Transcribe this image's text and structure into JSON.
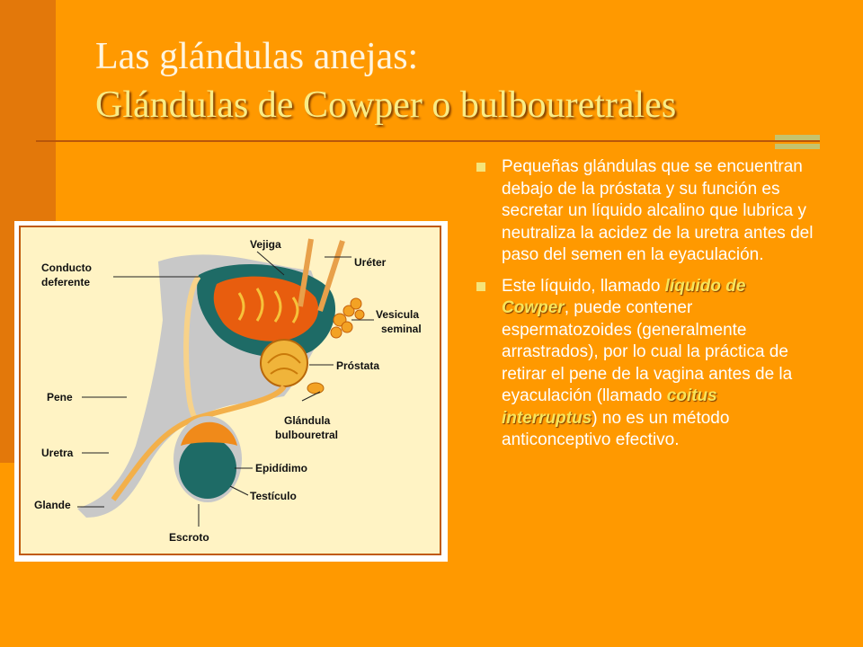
{
  "slide": {
    "title_line1": "Las glándulas anejas:",
    "title_line2": "Glándulas de Cowper o bulbouretrales"
  },
  "figure": {
    "labels": {
      "vejiga": "Vejiga",
      "ureter": "Uréter",
      "conducto1": "Conducto",
      "conducto2": "deferente",
      "vesicula1": "Vesicula",
      "vesicula2": "seminal",
      "prostata": "Próstata",
      "pene": "Pene",
      "glandula1": "Glándula",
      "glandula2": "bulbouretral",
      "uretra": "Uretra",
      "epididimo": "Epidídimo",
      "glande": "Glande",
      "testiculo": "Testículo",
      "escroto": "Escroto"
    }
  },
  "bullets": {
    "b1": "Pequeñas glándulas que se encuentran debajo de la próstata y su función es secretar un líquido alcalino que lubrica y neutraliza la acidez de la uretra antes del paso del semen en la eyaculación.",
    "b2_pre": "Este líquido, llamado ",
    "b2_hl1": "líquido de Cowper",
    "b2_mid": ", puede contener espermatozoides (generalmente arrastrados), por lo cual la práctica de retirar el pene de la vagina antes de la eyaculación (llamado ",
    "b2_hl2": "coitus interruptus",
    "b2_post": ") no es un método anticonceptivo efectivo."
  },
  "colors": {
    "background": "#ff9900",
    "title_primary": "#fff5df",
    "title_secondary": "#f9ec86",
    "highlight": "#f7e45a"
  }
}
